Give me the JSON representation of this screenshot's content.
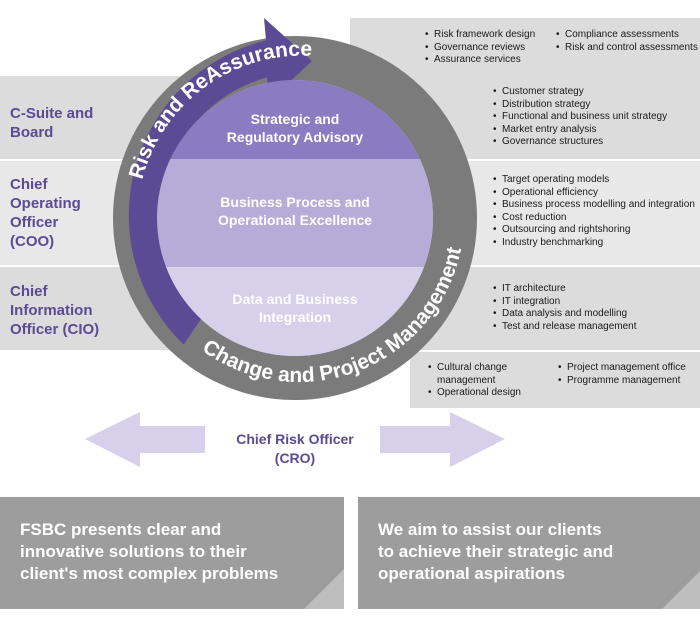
{
  "rows": [
    {
      "label": "C-Suite and Board"
    },
    {
      "label": "Chief Operating Officer (COO)"
    },
    {
      "label": "Chief Information Officer (CIO)"
    }
  ],
  "label_lines": {
    "row1": [
      "C-Suite and",
      "Board"
    ],
    "row2": [
      "Chief",
      "Operating",
      "Officer",
      "(COO)"
    ],
    "row3": [
      "Chief",
      "Information",
      "Officer (CIO)"
    ]
  },
  "ring": {
    "top_arc_label": "Risk and ReAssurance",
    "bottom_arc_label": "Change and Project Management"
  },
  "segments": [
    {
      "title_lines": [
        "Strategic and",
        "Regulatory Advisory"
      ]
    },
    {
      "title_lines": [
        "Business Process and",
        "Operational Excellence"
      ]
    },
    {
      "title_lines": [
        "Data and Business",
        "Integration"
      ]
    }
  ],
  "bullet_groups": {
    "risk_col1": [
      "Risk framework design",
      "Governance reviews",
      "Assurance services"
    ],
    "risk_col2": [
      "Compliance assessments",
      "Risk and control assessments"
    ],
    "strategy": [
      "Customer strategy",
      "Distribution strategy",
      "Functional and business unit strategy",
      "Market entry analysis",
      "Governance structures"
    ],
    "operations": [
      "Target operating models",
      "Operational efficiency",
      "Business process modelling and integration",
      "Cost reduction",
      "Outsourcing and rightshoring",
      "Industry benchmarking"
    ],
    "it": [
      "IT architecture",
      "IT integration",
      "Data analysis and modelling",
      "Test and release management"
    ],
    "change_col1": [
      "Cultural change management",
      "Operational design"
    ],
    "change_col2": [
      "Project management office",
      "Programme management"
    ]
  },
  "cro_lines": [
    "Chief Risk Officer",
    "(CRO)"
  ],
  "footer": {
    "left_lines": [
      "FSBC presents clear and",
      "innovative solutions to their",
      "client's most complex problems"
    ],
    "right_lines": [
      "We aim to assist our clients",
      "to achieve their strategic and",
      "operational aspirations"
    ]
  },
  "colors": {
    "purple_dark": "#5b4a94",
    "purple_mid": "#8a7cc0",
    "purple_light": "#b6acd8",
    "purple_pale": "#d6d0ea",
    "grey_ring": "#7b7b7b",
    "band_grey": "#dcdcdc",
    "footer_grey": "#9d9d9d"
  }
}
